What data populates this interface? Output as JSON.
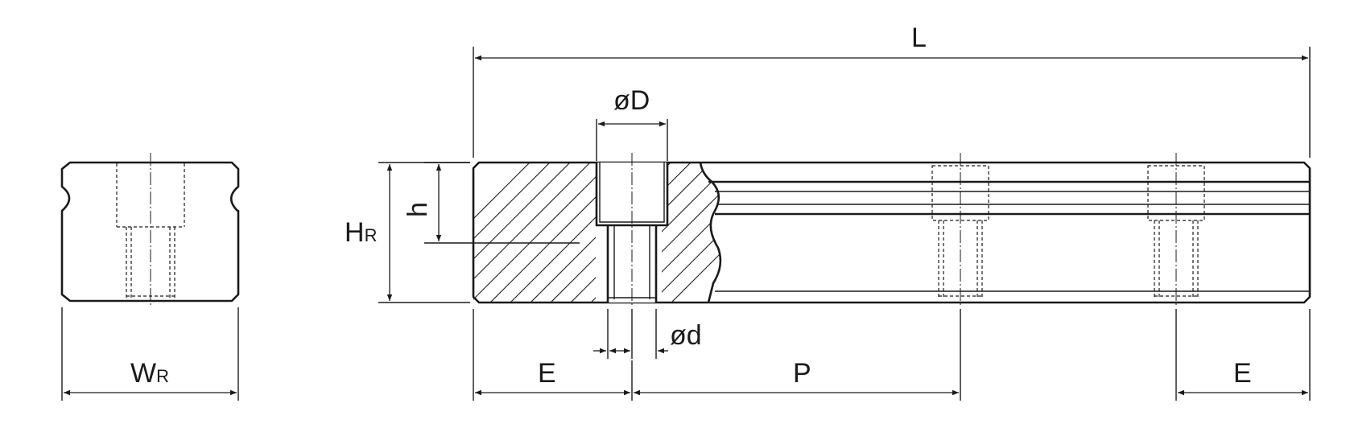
{
  "labels": {
    "overall_length": "L",
    "counterbore_diameter": "øD",
    "bore_diameter": "ød",
    "counterbore_depth": "h",
    "rail_height": "H",
    "rail_height_sub": "R",
    "rail_width": "W",
    "rail_width_sub": "R",
    "end_distance_left": "E",
    "hole_pitch": "P",
    "end_distance_right": "E"
  }
}
